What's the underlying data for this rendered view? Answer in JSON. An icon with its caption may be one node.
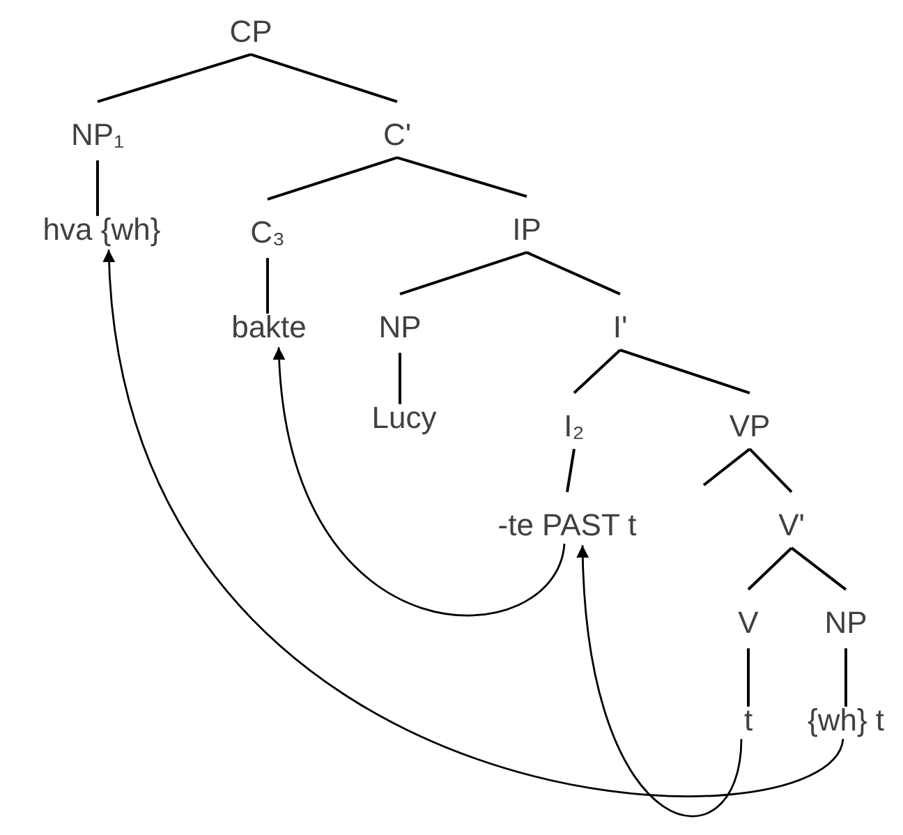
{
  "diagram": {
    "nodes": [
      {
        "text": [
          "CP"
        ]
      },
      {
        "text": [
          "NP₁"
        ]
      },
      {
        "text": [
          "C'"
        ]
      },
      {
        "text": [
          "hva {wh}"
        ]
      },
      {
        "text": [
          "C₃"
        ]
      },
      {
        "text": [
          "IP"
        ]
      },
      {
        "text": [
          "bakte"
        ]
      },
      {
        "text": [
          "NP"
        ]
      },
      {
        "text": [
          "I'"
        ]
      },
      {
        "text": [
          "Lucy"
        ]
      },
      {
        "text": [
          "I₂"
        ]
      },
      {
        "text": [
          "VP"
        ]
      },
      {
        "text": [
          "-te PAST t"
        ]
      },
      {
        "text": [
          "V'"
        ]
      },
      {
        "text": [
          "V"
        ]
      },
      {
        "text": [
          "NP"
        ]
      },
      {
        "text": [
          "t"
        ]
      },
      {
        "text": [
          "{wh} t"
        ]
      }
    ],
    "edges": [
      {
        "from": 0,
        "to": 1,
        "arrow": "none"
      },
      {
        "from": 0,
        "to": 2,
        "arrow": "none"
      },
      {
        "from": 1,
        "to": 3,
        "arrow": "none"
      },
      {
        "from": 2,
        "to": 4,
        "arrow": "none"
      },
      {
        "from": 2,
        "to": 5,
        "arrow": "none"
      },
      {
        "from": 4,
        "to": 6,
        "arrow": "none"
      },
      {
        "from": 5,
        "to": 7,
        "arrow": "none"
      },
      {
        "from": 5,
        "to": 8,
        "arrow": "none"
      },
      {
        "from": 7,
        "to": 9,
        "arrow": "none"
      },
      {
        "from": 8,
        "to": 10,
        "arrow": "none"
      },
      {
        "from": 8,
        "to": 11,
        "arrow": "none"
      },
      {
        "from": 10,
        "to": 12,
        "arrow": "none"
      },
      {
        "from": 11,
        "to": null,
        "arrow": "none"
      },
      {
        "from": 11,
        "to": 13,
        "arrow": "none"
      },
      {
        "from": 13,
        "to": 14,
        "arrow": "none"
      },
      {
        "from": 13,
        "to": 15,
        "arrow": "none"
      },
      {
        "from": 14,
        "to": 16,
        "arrow": "none"
      },
      {
        "from": 15,
        "to": 17,
        "arrow": "none"
      },
      {
        "from": 12,
        "to": 6,
        "arrow": "to"
      },
      {
        "from": 16,
        "to": 12,
        "arrow": "to"
      },
      {
        "from": 17,
        "to": 3,
        "arrow": "to"
      }
    ]
  }
}
